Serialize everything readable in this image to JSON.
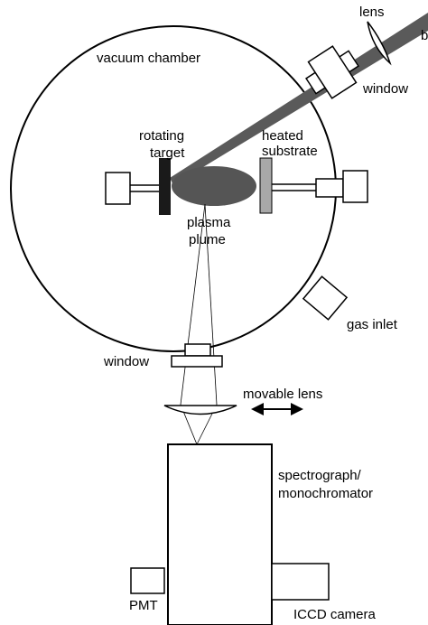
{
  "labels": {
    "lens": "lens",
    "beam_fragment": "b",
    "vacuum_chamber": "vacuum chamber",
    "window_top": "window",
    "rotating": "rotating",
    "target": "target",
    "heated": "heated",
    "substrate": "substrate",
    "plasma": "plasma",
    "plume": "plume",
    "gas_inlet": "gas inlet",
    "window_bottom": "window",
    "movable_lens": "movable lens",
    "spectrograph": "spectrograph/",
    "monochromator": "monochromator",
    "pmt": "PMT",
    "iccd_camera": "ICCD camera"
  },
  "colors": {
    "line": "#000000",
    "background": "#ffffff",
    "laser_beam": "#5a5a5a",
    "target": "#1a1a1a",
    "plume": "#555555",
    "substrate": "#a8a8a8"
  }
}
